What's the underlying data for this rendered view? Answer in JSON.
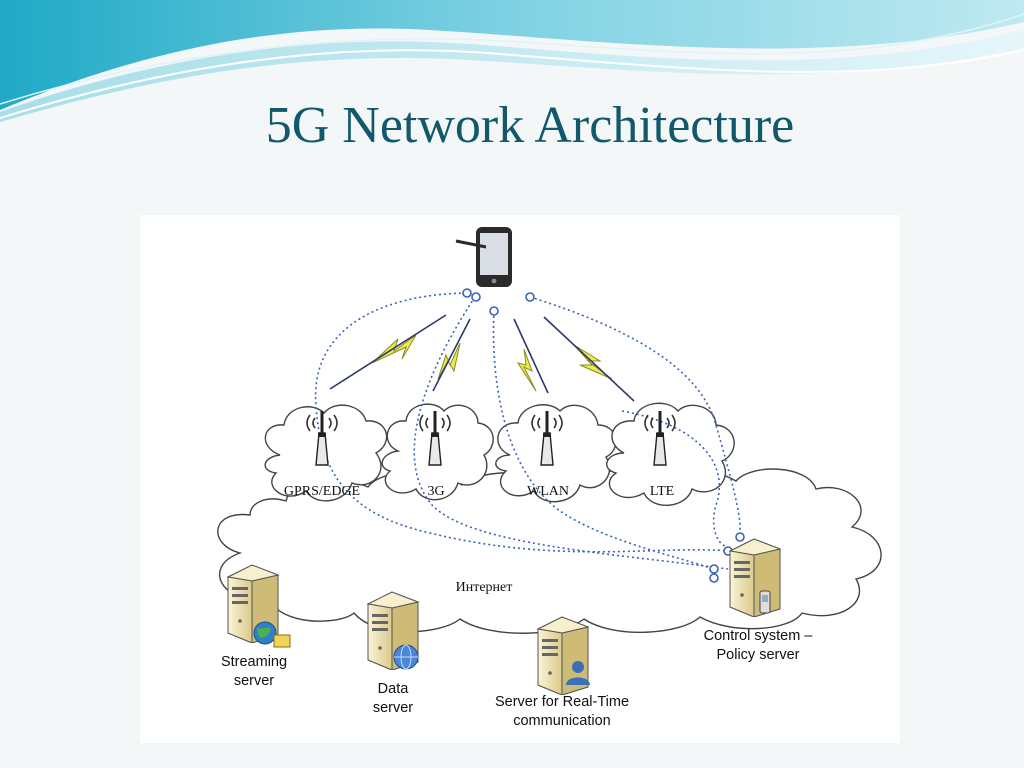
{
  "slide": {
    "title": "5G Network Architecture"
  },
  "diagram": {
    "access_networks": [
      {
        "label": "GPRS/EDGE"
      },
      {
        "label": "3G"
      },
      {
        "label": "WLAN"
      },
      {
        "label": "LTE"
      }
    ],
    "internet_label": "Интернет",
    "servers": [
      {
        "line1": "Streaming",
        "line2": "server"
      },
      {
        "line1": "Data",
        "line2": "server"
      },
      {
        "line1": "Server for Real-Time",
        "line2": "communication"
      },
      {
        "line1": "Control system –",
        "line2": "Policy server"
      }
    ]
  },
  "colors": {
    "title": "#10586a",
    "dotted_link": "#3a62b8",
    "lightning": "#e8e84a",
    "server_body": "#f1e6b8"
  }
}
